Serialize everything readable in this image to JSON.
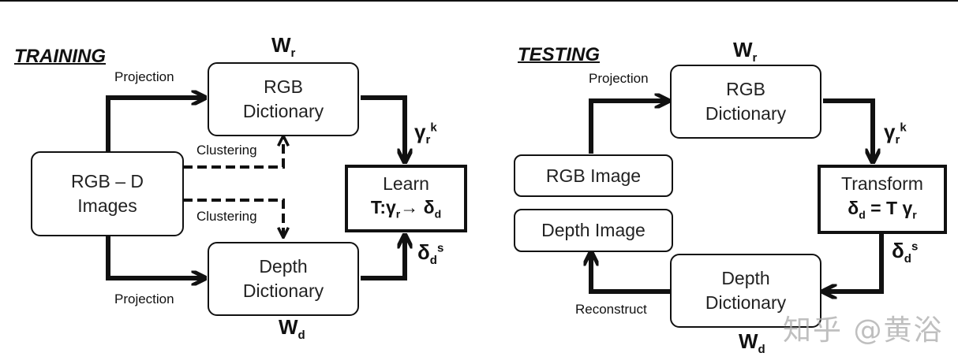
{
  "training": {
    "title": "TRAINING",
    "boxes": {
      "rgbd": [
        "RGB – D",
        "Images"
      ],
      "rgb_dict": [
        "RGB",
        "Dictionary"
      ],
      "depth_dict": [
        "Depth",
        "Dictionary"
      ],
      "learn": {
        "title": "Learn",
        "formula_prefix": "T:γ",
        "formula_sub": "r",
        "arrow": "→",
        "result": "δ",
        "result_sub": "d"
      }
    },
    "labels": {
      "projection_top": "Projection",
      "projection_bottom": "Projection",
      "clustering_top": "Clustering",
      "clustering_bottom": "Clustering"
    },
    "math": {
      "wr": {
        "base": "W",
        "sub": "r"
      },
      "wd": {
        "base": "W",
        "sub": "d"
      },
      "gamma": {
        "base": "γ",
        "sub": "r",
        "sup": "k"
      },
      "delta": {
        "base": "δ",
        "sub": "d",
        "sup": "s"
      }
    }
  },
  "testing": {
    "title": "TESTING",
    "boxes": {
      "rgb_image": "RGB Image",
      "depth_image": "Depth Image",
      "rgb_dict": [
        "RGB",
        "Dictionary"
      ],
      "depth_dict": [
        "Depth",
        "Dictionary"
      ],
      "transform": {
        "title": "Transform",
        "lhs": "δ",
        "lhs_sub": "d",
        "eq": " = T γ",
        "rhs_sub": "r"
      }
    },
    "labels": {
      "projection": "Projection",
      "reconstruct": "Reconstruct"
    },
    "math": {
      "wr": {
        "base": "W",
        "sub": "r"
      },
      "wd": {
        "base": "W",
        "sub": "d"
      },
      "gamma": {
        "base": "γ",
        "sub": "r",
        "sup": "k"
      },
      "delta": {
        "base": "δ",
        "sub": "d",
        "sup": "s"
      }
    }
  },
  "watermark": "知乎 @黄浴"
}
